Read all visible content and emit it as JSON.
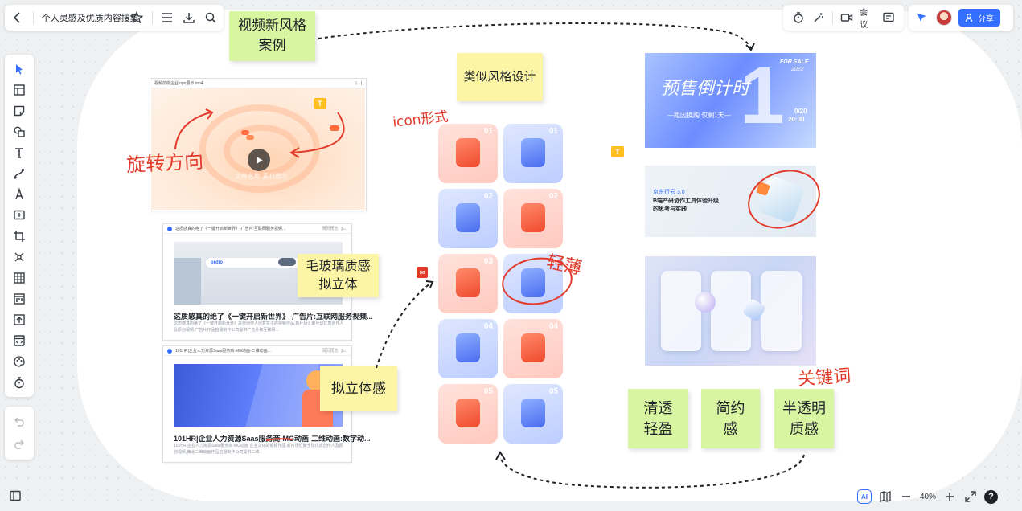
{
  "toolbar": {
    "doc_title": "个人灵感及优质内容搜集",
    "meeting_label": "会议",
    "share_label": "分享"
  },
  "zoom": {
    "level": "40%"
  },
  "ai_label": "AI",
  "help_label": "?",
  "stickies": {
    "video_style": "视频新风格\n案例",
    "similar_style": "类似风格设计",
    "frosted": "毛玻璃质感\n拟立体",
    "pseudo_3d": "拟立体感",
    "clear_light": "清透\n轻盈",
    "simple": "简约\n感",
    "translucent": "半透明\n质感"
  },
  "handwriting": {
    "rotate_dir": "旋转方向",
    "icon_form": "icon形式",
    "thin": "轻薄",
    "keywords": "关键词"
  },
  "video_card": {
    "filename": "视频前缀企业logo展示.mp4",
    "overlay_text": "文件名称 素材展示"
  },
  "web_card1": {
    "head": "这质感真的绝了《一键开启新世界》-广告片:互联网服务视频...",
    "site": "网页预览",
    "thumb_text": "ordio",
    "title": "这质感真的绝了《一键开启新世界》-广告片:互联网服务视频...",
    "desc": "这质感真的绝了《一键开启新世界》来自创作人创意盒子的视频作品,新片场汇聚全球优质创作人及原创视频,广告片作品拍摄制作公司提供广告片和互联网..."
  },
  "web_card2": {
    "head": "101HR|企业人力资源Saas服务商-MG动画-二维动画...",
    "site": "网页预览",
    "title": "101HR|企业人力资源Saas服务商-MG动画-二维动画:数字动...",
    "desc": "101HR|企业人力资源Saas服务商-MG动画 企业文化的视频作品,新片场汇聚全球优质创作人及原创视频,微北二维动画作品拍摄制作公司提供二维..."
  },
  "tiles": [
    {
      "num": "01",
      "color": "red"
    },
    {
      "num": "01",
      "color": "blue"
    },
    {
      "num": "02",
      "color": "blue"
    },
    {
      "num": "02",
      "color": "red"
    },
    {
      "num": "03",
      "color": "red"
    },
    {
      "num": "03",
      "color": "blue"
    },
    {
      "num": "04",
      "color": "blue"
    },
    {
      "num": "04",
      "color": "red"
    },
    {
      "num": "05",
      "color": "red"
    },
    {
      "num": "05",
      "color": "blue"
    }
  ],
  "poster1": {
    "title": "预售倒计时",
    "sub": "—距因换购 仅剩1天—",
    "big": "1",
    "tag": "FOR SALE",
    "year": "2022",
    "date": "0/20",
    "time": "20:00"
  },
  "poster2": {
    "brand": "京东行云 3.0",
    "line1": "B端产研协作工具体验升级",
    "line2": "的思考与实践"
  },
  "colors": {
    "accent": "#3370ff",
    "sticky_yellow": "#fcf5a6",
    "sticky_green": "#d8f5a2",
    "ink_red": "#e23a2a"
  }
}
